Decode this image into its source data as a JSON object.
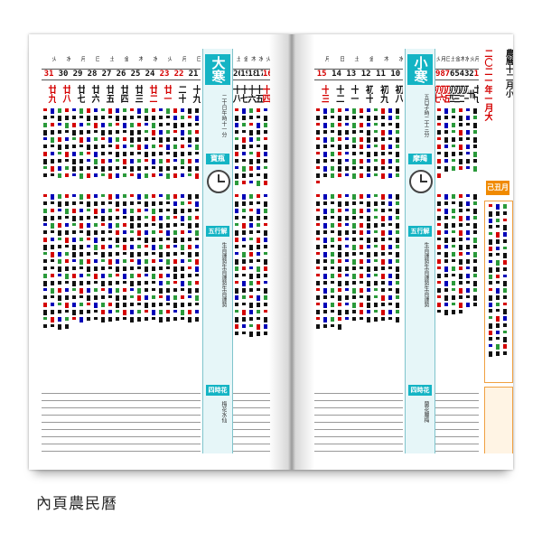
{
  "caption": "內頁農民曆",
  "left_page": {
    "solar_term": "大寒",
    "term_label_1": "寶瓶",
    "term_label_2": "五行解運",
    "term_label_3": "四時花解",
    "days": [
      "31",
      "30",
      "29",
      "28",
      "27",
      "26",
      "25",
      "24",
      "23",
      "22",
      "21",
      "20",
      "19",
      "18",
      "17",
      "16"
    ],
    "weekdays": [
      "火",
      "水",
      "月",
      "日",
      "土",
      "金",
      "木",
      "水",
      "火",
      "月",
      "日",
      "土",
      "金",
      "木",
      "水",
      "火"
    ],
    "red_days": [
      "31",
      "23",
      "22",
      "16"
    ],
    "lunar": [
      "廿九",
      "廿八",
      "廿七",
      "廿六",
      "廿五",
      "廿四",
      "廿三",
      "廿二",
      "廿一",
      "二十",
      "十九",
      "十八",
      "十七",
      "十六",
      "十五",
      "十四"
    ],
    "lunar_red": [
      "廿九",
      "廿八",
      "廿二",
      "廿一",
      "十四"
    ]
  },
  "right_page": {
    "solar_term": "小寒",
    "term_label_1": "摩羯",
    "term_label_2": "五行解運",
    "term_label_3": "四時花解",
    "days": [
      "15",
      "14",
      "13",
      "12",
      "11",
      "10",
      "9",
      "8",
      "7",
      "6",
      "5",
      "4",
      "3",
      "2",
      "1"
    ],
    "weekdays": [
      "月",
      "日",
      "土",
      "金",
      "木",
      "水",
      "火",
      "月",
      "日",
      "土",
      "金",
      "木",
      "水",
      "火",
      "月"
    ],
    "red_days": [
      "15",
      "9",
      "8",
      "7",
      "1"
    ],
    "lunar": [
      "十三",
      "十二",
      "十一",
      "初十",
      "初九",
      "初八",
      "初七",
      "初六",
      "初五",
      "初四",
      "初三",
      "初二",
      "初一",
      "卅",
      "廿九"
    ],
    "lunar_red": [
      "十三",
      "初七",
      "初六",
      "初五"
    ],
    "month_heading": "二〇二一年一月大",
    "month_subtitle": "農曆十二月小",
    "month_ganzhi": "己丑月"
  },
  "colors": {
    "teal": "#14b4c4",
    "red": "#d40000",
    "blue": "#0000b8",
    "orange": "#f08a00",
    "green": "#2a9a3a"
  }
}
